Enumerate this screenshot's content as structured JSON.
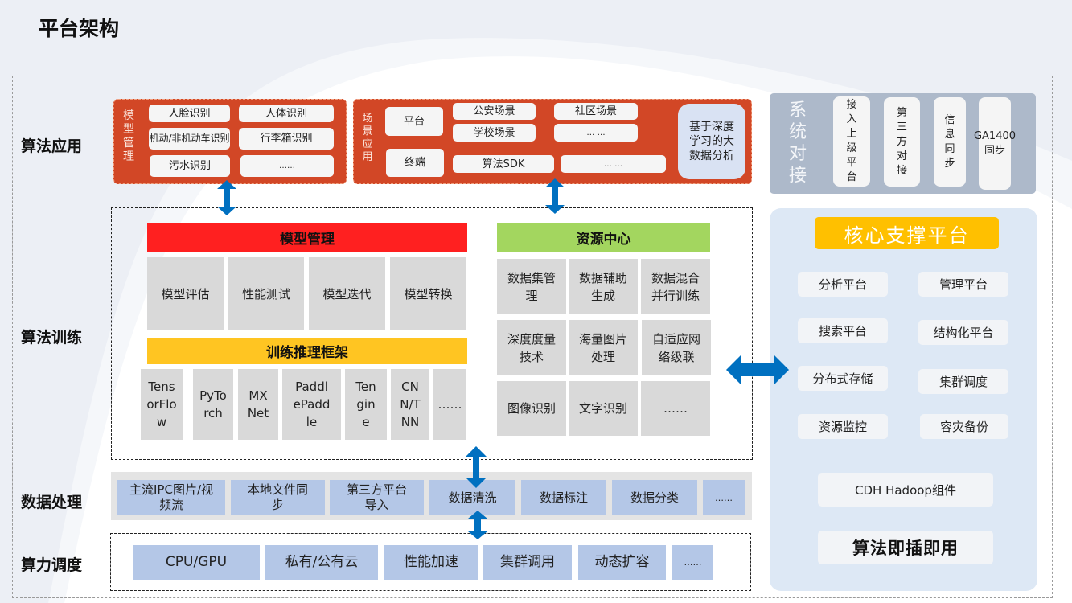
{
  "page": {
    "title": "平台架构"
  },
  "layers": {
    "application": "算法应用",
    "training": "算法训练",
    "processing": "数据处理",
    "compute": "算力调度"
  },
  "application": {
    "model_panel": {
      "label": "模型管理",
      "items": [
        "人脸识别",
        "人体识别",
        "机动/非机动车识别",
        "行李箱识别",
        "污水识别",
        "……"
      ]
    },
    "scene_panel": {
      "label": "场景应用",
      "platform": "平台",
      "terminal": "终端",
      "items": [
        "公安场景",
        "社区场景",
        "学校场景",
        "… …",
        "算法SDK",
        "… …"
      ],
      "deep_learning": "基于深度学习的大数据分析"
    }
  },
  "system_docking": {
    "title": "系统对接",
    "items": [
      "接入上级平台",
      "第三方对接",
      "信息同步",
      "GA1400同步"
    ]
  },
  "training": {
    "model_management": {
      "header": "模型管理",
      "header_color": "#ff2020",
      "items": [
        "模型评估",
        "性能测试",
        "模型迭代",
        "模型转换"
      ]
    },
    "framework": {
      "header": "训练推理框架",
      "header_color": "#ffc522",
      "items": [
        "TensorFlow",
        "PyTorch",
        "MXNet",
        "PaddlePaddle",
        "Tengine",
        "CNN/TNN",
        "……"
      ]
    },
    "resource_center": {
      "header": "资源中心",
      "header_color": "#a3d65f",
      "items": [
        "数据集管理",
        "数据辅助生成",
        "数据混合并行训练",
        "深度度量技术",
        "海量图片处理",
        "自适应网络级联",
        "图像识别",
        "文字识别",
        "……"
      ]
    }
  },
  "core_support": {
    "title": "核心支撑平台",
    "title_color": "#ffc000",
    "items": [
      "分析平台",
      "管理平台",
      "搜索平台",
      "结构化平台",
      "分布式存储",
      "集群调度",
      "资源监控",
      "容灾备份"
    ],
    "hadoop": "CDH Hadoop组件",
    "plug_and_play": "算法即插即用"
  },
  "processing": {
    "items": [
      "主流IPC图片/视频流",
      "本地文件同步",
      "第三方平台导入",
      "数据清洗",
      "数据标注",
      "数据分类",
      "……"
    ]
  },
  "compute": {
    "items": [
      "CPU/GPU",
      "私有/公有云",
      "性能加速",
      "集群调用",
      "动态扩容",
      "……"
    ]
  },
  "colors": {
    "app_panel": "#d24726",
    "arrow": "#0070c0",
    "blue_box": "#b4c7e7",
    "gray_box": "#d9d9d9",
    "sys_panel": "#adb9ca",
    "core_panel": "#dde8f5"
  }
}
